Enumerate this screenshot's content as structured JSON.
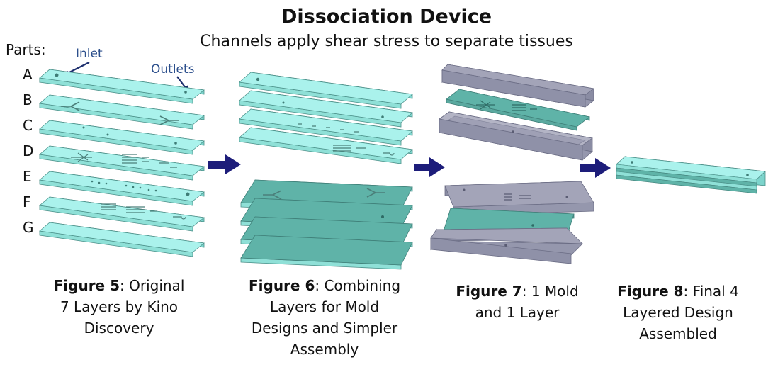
{
  "header": {
    "title": "Dissociation Device",
    "subtitle": "Channels apply shear stress to separate tissues"
  },
  "parts": {
    "label": "Parts:",
    "letters": [
      "A",
      "B",
      "C",
      "D",
      "E",
      "F",
      "G"
    ],
    "inlet_label": "Inlet",
    "outlets_label": "Outlets"
  },
  "captions": {
    "fig5": {
      "bold": "Figure 5",
      "rest_line1": ": Original",
      "line2": "7 Layers by Kino",
      "line3": "Discovery"
    },
    "fig6": {
      "bold": "Figure 6",
      "rest_line1": ": Combining",
      "line2": "Layers for Mold",
      "line3": "Designs and Simpler",
      "line4": "Assembly"
    },
    "fig7": {
      "bold": "Figure 7",
      "rest_line1": ": 1 Mold",
      "line2": "and 1 Layer"
    },
    "fig8": {
      "bold": "Figure 8",
      "rest_line1": ": Final 4",
      "line2": "Layered Design",
      "line3": "Assembled"
    }
  },
  "colors": {
    "light_layer": "#aaf2ec",
    "dark_layer": "#5fb3a8",
    "mold": "#a3a4b8",
    "arrow": "#1d1d7a",
    "callout_text": "#2c4f8c"
  }
}
